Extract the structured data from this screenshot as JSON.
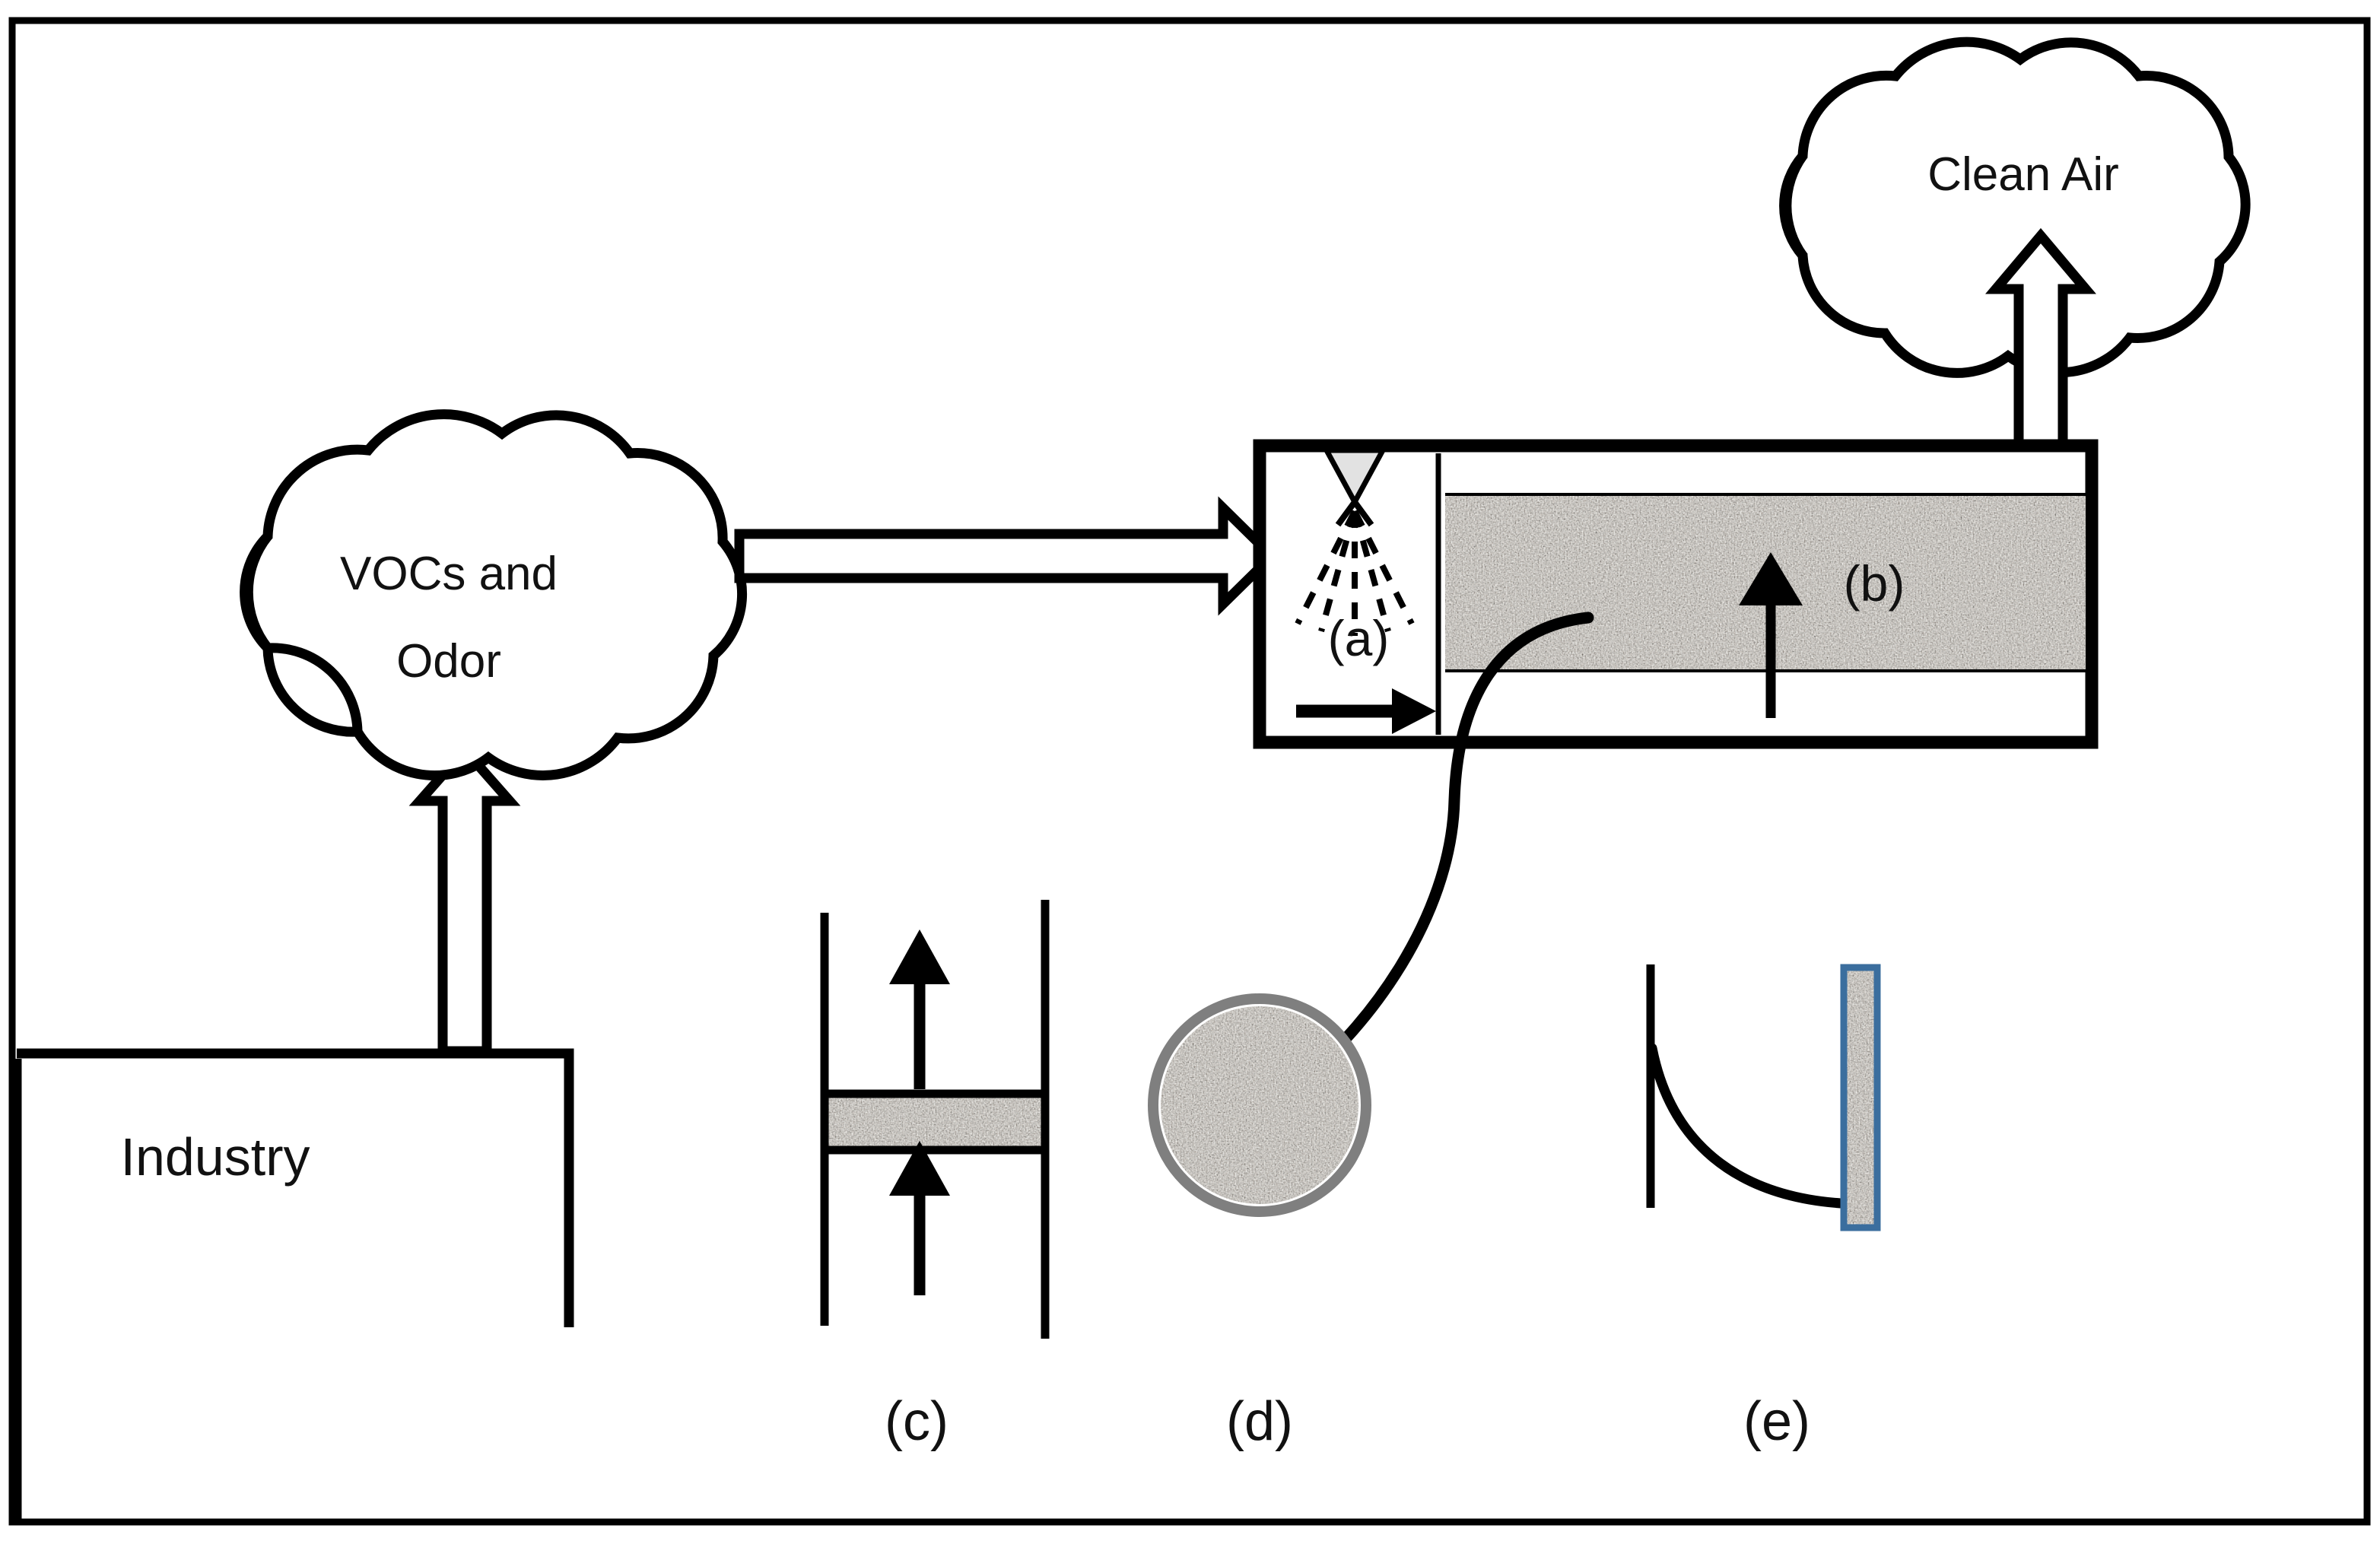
{
  "figure": {
    "title": "Biofiltration process schematic for VOCs and odor treatment",
    "frame_color": "#000000"
  },
  "nodes": {
    "industry": {
      "label": "Industry",
      "shape": "open-box"
    },
    "source_cloud": {
      "label_line1": "VOCs and",
      "label_line2": "Odor",
      "shape": "cloud"
    },
    "clean_cloud": {
      "label": "Clean Air",
      "shape": "cloud"
    },
    "reactor": {
      "shape": "rectangle"
    }
  },
  "callouts": {
    "a": {
      "label": "(a)",
      "meaning": "spray-nozzle-humidification"
    },
    "b": {
      "label": "(b)",
      "meaning": "packed-bed-filter-media"
    },
    "c": {
      "label": "(c)",
      "meaning": "packed-bed-column-cross-section"
    },
    "d": {
      "label": "(d)",
      "meaning": "media-particle-detail"
    },
    "e": {
      "label": "(e)",
      "meaning": "biofilm-concentration-profile"
    }
  },
  "arrows": {
    "industry_to_cloud": {
      "style": "hollow-block",
      "direction": "up"
    },
    "cloud_to_reactor": {
      "style": "hollow-block",
      "direction": "right"
    },
    "reactor_to_clean": {
      "style": "hollow-block",
      "direction": "up"
    },
    "gas_inlet": {
      "style": "solid",
      "direction": "right"
    },
    "bed_flow": {
      "style": "solid",
      "direction": "up"
    },
    "zoom_to_particle": {
      "style": "curved-solid",
      "direction": "down-left"
    },
    "column_in": {
      "style": "solid",
      "direction": "up"
    },
    "column_out": {
      "style": "solid",
      "direction": "up"
    }
  },
  "colors": {
    "media_base": "#a59484",
    "media_dark": "#5d4f44",
    "media_light": "#ded2c4",
    "particle_ring": "#7f7f7f",
    "strip_border": "#3b6e9e",
    "nozzle_fill": "#e2e2e2",
    "line": "#000000"
  }
}
